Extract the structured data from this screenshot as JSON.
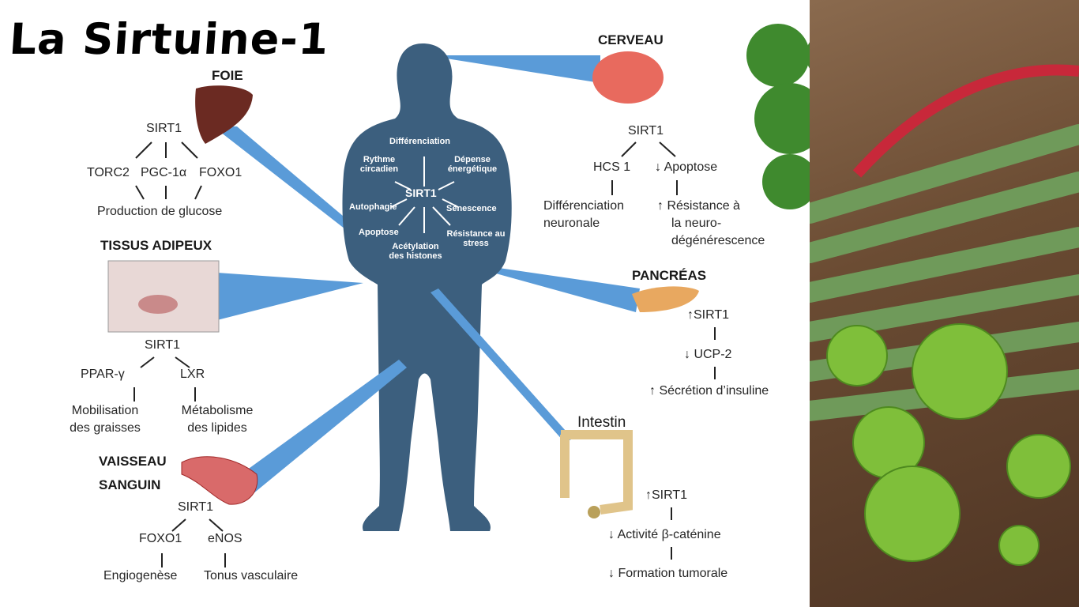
{
  "title": "La Sirtuine-1",
  "colors": {
    "silhouette": "#3c5f7e",
    "beam": "#5a9bd8",
    "title": "#000000"
  },
  "body": {
    "center": "SIRT1",
    "items": [
      "Différenciation",
      "Rythme circadien",
      "Dépense énergétique",
      "Autophagie",
      "Sénescence",
      "Apoptose",
      "Résistance au stress",
      "Acétylation des histones"
    ]
  },
  "foie": {
    "title": "FOIE",
    "sirt": "SIRT1",
    "targets": [
      "TORC2",
      "PGC-1α",
      "FOXO1"
    ],
    "result": "Production de glucose"
  },
  "adipeux": {
    "title": "TISSUS ADIPEUX",
    "sirt": "SIRT1",
    "targets": [
      "PPAR-γ",
      "LXR"
    ],
    "results": [
      "Mobilisation des graisses",
      "Métabolisme des lipides"
    ]
  },
  "vaisseau": {
    "title1": "VAISSEAU",
    "title2": "SANGUIN",
    "sirt": "SIRT1",
    "targets": [
      "FOXO1",
      "eNOS"
    ],
    "results": [
      "Engiogenèse",
      "Tonus vasculaire"
    ]
  },
  "cerveau": {
    "title": "CERVEAU",
    "sirt": "SIRT1",
    "targets": [
      "HCS 1",
      "↓ Apoptose"
    ],
    "result1a": "Différenciation",
    "result1b": "neuronale",
    "result2a": "↑ Résistance à",
    "result2b": "la neuro-",
    "result2c": "dégénérescence"
  },
  "pancreas": {
    "title": "PANCRÉAS",
    "lines": [
      "↑SIRT1",
      "↓ UCP-2",
      "↑ Sécrétion d’insuline"
    ]
  },
  "intestin": {
    "title": "Intestin",
    "lines": [
      "↑SIRT1",
      "↓ Activité β-caténine",
      "↓ Formation tumorale"
    ]
  }
}
